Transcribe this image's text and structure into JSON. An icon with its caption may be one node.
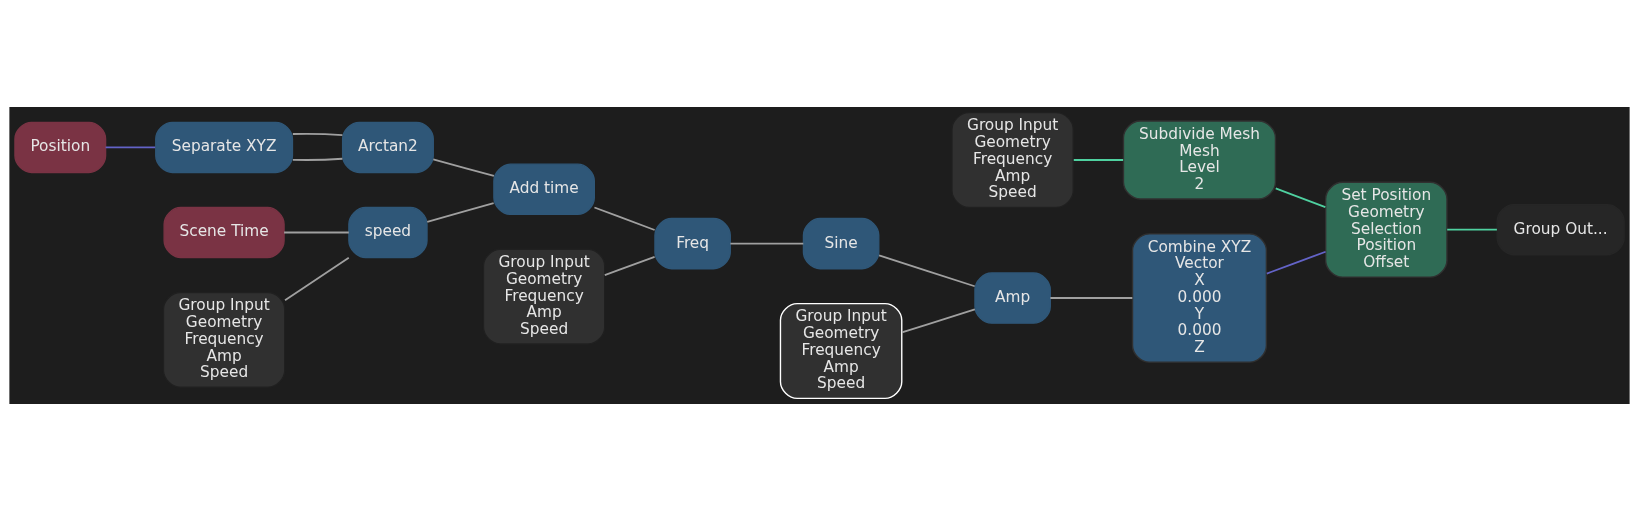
{
  "diagram": {
    "nodes": [
      {
        "text": [
          "Group Input",
          "Geometry",
          "Frequency",
          "Amp",
          "Speed"
        ]
      },
      {
        "text": [
          "Subdivide Mesh",
          "Mesh",
          "Level",
          "2"
        ]
      },
      {
        "text": [
          "Set Position",
          "Geometry",
          "Selection",
          "Position",
          "Offset"
        ]
      },
      {
        "text": [
          "Group Out..."
        ]
      },
      {
        "text": [
          "Position"
        ]
      },
      {
        "text": [
          "Separate XYZ"
        ]
      },
      {
        "text": [
          "Arctan2"
        ]
      },
      {
        "text": [
          "Add time"
        ]
      },
      {
        "text": [
          "Freq"
        ]
      },
      {
        "text": [
          "Sine"
        ]
      },
      {
        "text": [
          "Amp"
        ]
      },
      {
        "text": [
          "Combine XYZ",
          "Vector",
          "X",
          "0.000",
          "Y",
          "0.000",
          "Z"
        ]
      },
      {
        "text": [
          "Scene Time"
        ]
      },
      {
        "text": [
          "speed"
        ]
      },
      {
        "text": [
          "Group Input",
          "Geometry",
          "Frequency",
          "Amp",
          "Speed"
        ]
      },
      {
        "text": [
          "Group Input",
          "Geometry",
          "Frequency",
          "Amp",
          "Speed"
        ]
      },
      {
        "text": [
          "Group Input",
          "Geometry",
          "Frequency",
          "Amp",
          "Speed"
        ]
      }
    ],
    "edges": [
      {
        "from": 0,
        "to": 1,
        "arrow": "none",
        "color": "#4fd1a0"
      },
      {
        "from": 1,
        "to": 2,
        "arrow": "none",
        "color": "#4fd1a0"
      },
      {
        "from": 2,
        "to": 3,
        "arrow": "none",
        "color": "#4fd1a0"
      },
      {
        "from": 4,
        "to": 5,
        "arrow": "none",
        "color": "#6363c7"
      },
      {
        "from": 5,
        "to": 6,
        "arrow": "none"
      },
      {
        "from": 5,
        "to": 6,
        "arrow": "none"
      },
      {
        "from": 6,
        "to": 7,
        "arrow": "none"
      },
      {
        "from": 7,
        "to": 8,
        "arrow": "none"
      },
      {
        "from": 8,
        "to": 9,
        "arrow": "none"
      },
      {
        "from": 9,
        "to": 10,
        "arrow": "none"
      },
      {
        "from": 10,
        "to": 11,
        "arrow": "none"
      },
      {
        "from": 11,
        "to": 2,
        "arrow": "none",
        "color": "#6363c7"
      },
      {
        "from": 12,
        "to": 13,
        "arrow": "none"
      },
      {
        "from": 14,
        "to": 13,
        "arrow": "none"
      },
      {
        "from": 13,
        "to": 7,
        "arrow": "none"
      },
      {
        "from": 15,
        "to": 8,
        "arrow": "none"
      },
      {
        "from": 16,
        "to": 10,
        "arrow": "none"
      }
    ]
  }
}
